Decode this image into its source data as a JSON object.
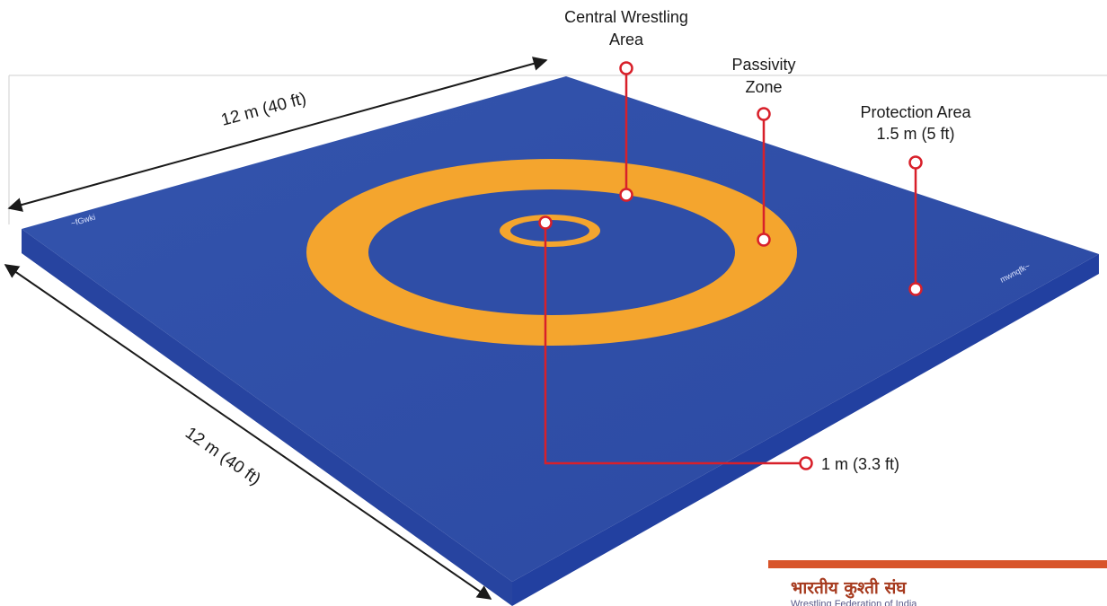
{
  "labels": {
    "central_line1": "Central Wrestling",
    "central_line2": "Area",
    "passivity_line1": "Passivity",
    "passivity_line2": "Zone",
    "protection_line1": "Protection Area",
    "protection_line2": "1.5 m (5 ft)",
    "center_circle": "1 m (3.3 ft)"
  },
  "dimensions": {
    "top_edge": "12 m (40 ft)",
    "left_edge": "12 m (40 ft)"
  },
  "mat_logos": {
    "left": "~fGwki",
    "right": "mwnqfk~"
  },
  "federation": {
    "name_hindi": "भारतीय कुश्ती संघ",
    "name_english": "Wrestling Federation of India"
  },
  "colors": {
    "mat_blue": "#2f4ea7",
    "mat_side": "#2a46a0",
    "ring_orange": "#f4a52e",
    "callout_red": "#d8202a",
    "banner_orange": "#d8542a"
  }
}
